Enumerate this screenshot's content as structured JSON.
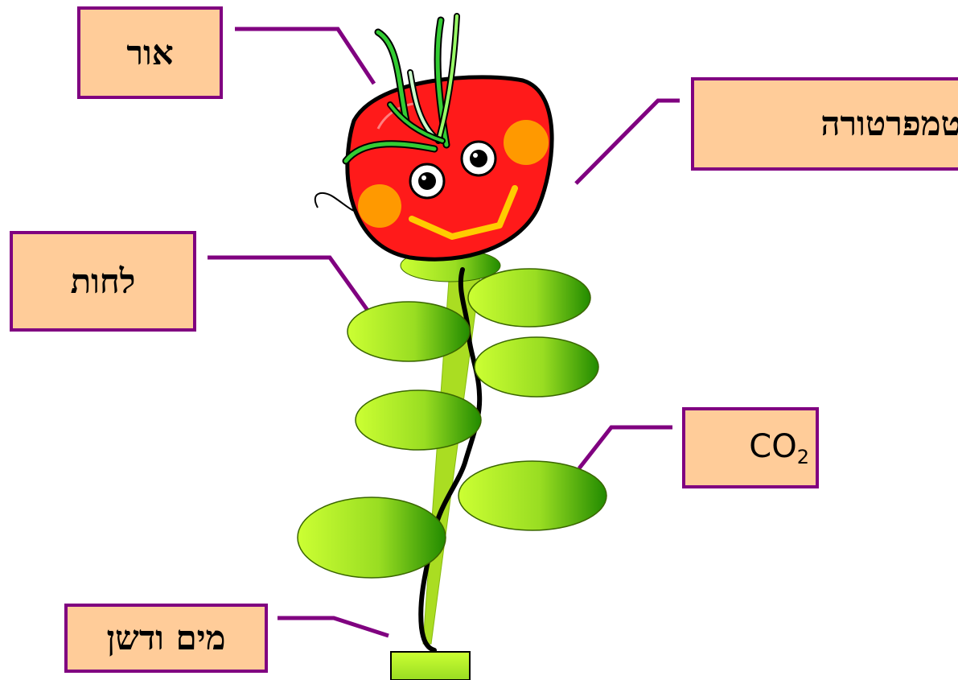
{
  "labels": {
    "light": "אור",
    "temperature": "טמפרטורה",
    "humidity": "לחות",
    "co2_main": "CO",
    "co2_sub": "2",
    "water_fertilizer": "מים ודשן"
  },
  "colors": {
    "box_fill": "#ffcc99",
    "box_border": "#800080",
    "connector": "#800080",
    "tomato": "#ff1a1a",
    "cheek": "#ff9900",
    "smile": "#ffcc00",
    "leaf_light": "#ccff33",
    "leaf_dark": "#339900",
    "stem": "#000000"
  },
  "icons": [
    "tomato-face-icon",
    "plant-stem-icon",
    "leaf-icon",
    "pot-base-icon"
  ]
}
